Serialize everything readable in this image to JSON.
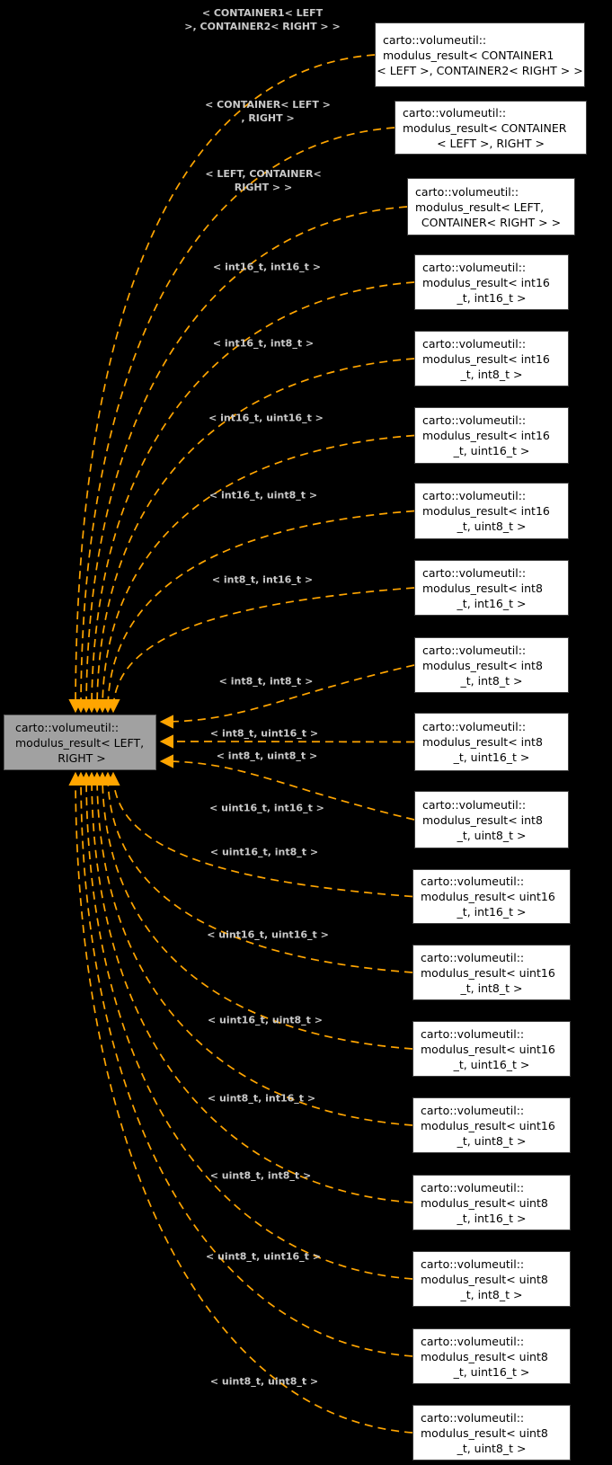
{
  "colors": {
    "background": "#000000",
    "edge": "#ffa500",
    "base_node_fill": "#a1a1a1",
    "spec_node_fill": "#ffffff",
    "edge_label_text": "#c9c9c9"
  },
  "base_node": {
    "lines": [
      "carto::volumeutil::",
      "modulus_result< LEFT,",
      "RIGHT >"
    ]
  },
  "specializations": [
    {
      "node_lines": [
        "carto::volumeutil::",
        "modulus_result< CONTAINER1",
        "< LEFT >, CONTAINER2< RIGHT > >"
      ],
      "edge_label_lines": [
        "< CONTAINER1< LEFT",
        ">, CONTAINER2< RIGHT > >"
      ]
    },
    {
      "node_lines": [
        "carto::volumeutil::",
        "modulus_result< CONTAINER",
        "< LEFT >, RIGHT >"
      ],
      "edge_label_lines": [
        "< CONTAINER< LEFT >",
        ", RIGHT >"
      ]
    },
    {
      "node_lines": [
        "carto::volumeutil::",
        "modulus_result< LEFT,",
        "CONTAINER< RIGHT > >"
      ],
      "edge_label_lines": [
        "< LEFT, CONTAINER<",
        "RIGHT > >"
      ]
    },
    {
      "node_lines": [
        "carto::volumeutil::",
        "modulus_result< int16",
        "_t, int16_t >"
      ],
      "edge_label_lines": [
        "< int16_t, int16_t >"
      ]
    },
    {
      "node_lines": [
        "carto::volumeutil::",
        "modulus_result< int16",
        "_t, int8_t >"
      ],
      "edge_label_lines": [
        "< int16_t, int8_t >"
      ]
    },
    {
      "node_lines": [
        "carto::volumeutil::",
        "modulus_result< int16",
        "_t, uint16_t >"
      ],
      "edge_label_lines": [
        "< int16_t, uint16_t >"
      ]
    },
    {
      "node_lines": [
        "carto::volumeutil::",
        "modulus_result< int16",
        "_t, uint8_t >"
      ],
      "edge_label_lines": [
        "< int16_t, uint8_t >"
      ]
    },
    {
      "node_lines": [
        "carto::volumeutil::",
        "modulus_result< int8",
        "_t, int16_t >"
      ],
      "edge_label_lines": [
        "< int8_t, int16_t >"
      ]
    },
    {
      "node_lines": [
        "carto::volumeutil::",
        "modulus_result< int8",
        "_t, int8_t >"
      ],
      "edge_label_lines": [
        "< int8_t, int8_t >"
      ]
    },
    {
      "node_lines": [
        "carto::volumeutil::",
        "modulus_result< int8",
        "_t, uint16_t >"
      ],
      "edge_label_lines": [
        "< int8_t, uint16_t >"
      ]
    },
    {
      "node_lines": [
        "carto::volumeutil::",
        "modulus_result< int8",
        "_t, uint8_t >"
      ],
      "edge_label_lines": [
        "< int8_t, uint8_t >"
      ]
    },
    {
      "node_lines": [
        "carto::volumeutil::",
        "modulus_result< uint16",
        "_t, int16_t >"
      ],
      "edge_label_lines": [
        "< uint16_t, int16_t >"
      ]
    },
    {
      "node_lines": [
        "carto::volumeutil::",
        "modulus_result< uint16",
        "_t, int8_t >"
      ],
      "edge_label_lines": [
        "< uint16_t, int8_t >"
      ]
    },
    {
      "node_lines": [
        "carto::volumeutil::",
        "modulus_result< uint16",
        "_t, uint16_t >"
      ],
      "edge_label_lines": [
        "< uint16_t, uint16_t >"
      ]
    },
    {
      "node_lines": [
        "carto::volumeutil::",
        "modulus_result< uint16",
        "_t, uint8_t >"
      ],
      "edge_label_lines": [
        "< uint16_t, uint8_t >"
      ]
    },
    {
      "node_lines": [
        "carto::volumeutil::",
        "modulus_result< uint8",
        "_t, int16_t >"
      ],
      "edge_label_lines": [
        "< uint8_t, int16_t >"
      ]
    },
    {
      "node_lines": [
        "carto::volumeutil::",
        "modulus_result< uint8",
        "_t, int8_t >"
      ],
      "edge_label_lines": [
        "< uint8_t, int8_t >"
      ]
    },
    {
      "node_lines": [
        "carto::volumeutil::",
        "modulus_result< uint8",
        "_t, uint16_t >"
      ],
      "edge_label_lines": [
        "< uint8_t, uint16_t >"
      ]
    },
    {
      "node_lines": [
        "carto::volumeutil::",
        "modulus_result< uint8",
        "_t, uint8_t >"
      ],
      "edge_label_lines": [
        "< uint8_t, uint8_t >"
      ]
    }
  ]
}
